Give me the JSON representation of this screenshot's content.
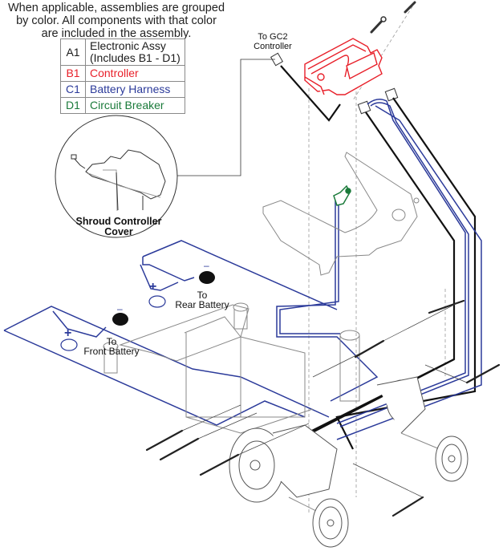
{
  "note": {
    "lines": [
      "When applicable, assemblies are grouped",
      "by color. All components with that color",
      "are included in the assembly."
    ]
  },
  "legend": {
    "rows": [
      {
        "code": "A1",
        "label_line1": "Electronic Assy",
        "label_line2": "(Includes B1 - D1)",
        "color": "#1a1a1a"
      },
      {
        "code": "B1",
        "label_line1": "Controller",
        "color": "#e8202a"
      },
      {
        "code": "C1",
        "label_line1": "Battery Harness",
        "color": "#2b3a9a"
      },
      {
        "code": "D1",
        "label_line1": "Circuit Breaker",
        "color": "#1a7a3a"
      }
    ]
  },
  "callouts": {
    "gc2_line1": "To GC2",
    "gc2_line2": "Controller",
    "shroud_line1": "Shroud Controller",
    "shroud_line2": "Cover",
    "rear_battery_line1": "To",
    "rear_battery_line2": "Rear Battery",
    "front_battery_line1": "To",
    "front_battery_line2": "Front Battery",
    "plus_sign": "+",
    "minus_sign": "–"
  },
  "colors": {
    "controller": "#e8202a",
    "harness": "#2b3a9a",
    "breaker": "#1a7a3a",
    "cable": "#111111",
    "outline": "#8c8c8c"
  }
}
